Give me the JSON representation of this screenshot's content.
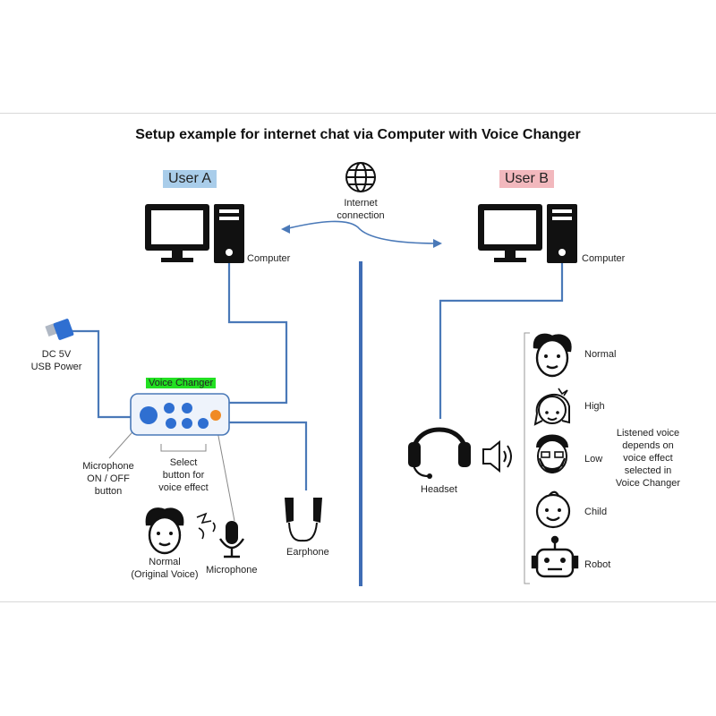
{
  "title": "Setup example for internet chat via Computer with Voice Changer",
  "user_a": {
    "label": "User A",
    "highlight": "#a9cdea"
  },
  "user_b": {
    "label": "User B",
    "highlight": "#f2b8bd"
  },
  "internet": {
    "label_line1": "Internet",
    "label_line2": "connection"
  },
  "computer_a_label": "Computer",
  "computer_b_label": "Computer",
  "power": {
    "line1": "DC 5V",
    "line2": "USB Power"
  },
  "voice_changer_label": "Voice Changer",
  "mic_button": {
    "line1": "Microphone",
    "line2": "ON / OFF",
    "line3": "button"
  },
  "select_button": {
    "line1": "Select",
    "line2": "button for",
    "line3": "voice effect"
  },
  "normal_original": {
    "line1": "Normal",
    "line2": "(Original Voice)"
  },
  "microphone_label": "Microphone",
  "earphone_label": "Earphone",
  "headset_label": "Headset",
  "voices": [
    {
      "label": "Normal",
      "icon": "man-face-icon"
    },
    {
      "label": "High",
      "icon": "girl-face-icon"
    },
    {
      "label": "Low",
      "icon": "bearded-man-face-icon"
    },
    {
      "label": "Child",
      "icon": "baby-face-icon"
    },
    {
      "label": "Robot",
      "icon": "robot-face-icon"
    }
  ],
  "listened_note": {
    "line1": "Listened voice",
    "line2": "depends on",
    "line3": "voice effect",
    "line4": "selected in",
    "line5": "Voice Changer"
  },
  "colors": {
    "wire": "#4a79b8",
    "divider": "#3f6db5",
    "vc_highlight": "#22e022",
    "button_blue": "#2f6fd1",
    "button_orange": "#f08a24"
  }
}
